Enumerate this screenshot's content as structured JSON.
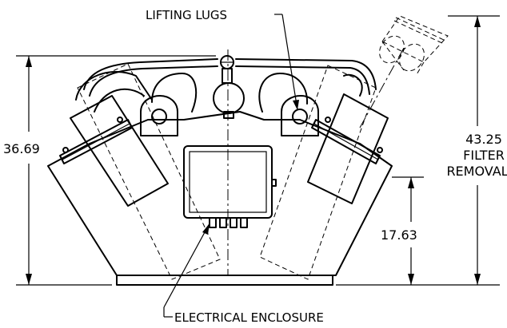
{
  "labels": {
    "lifting_lugs": "LIFTING LUGS",
    "electrical_enclosure": "ELECTRICAL ENCLOSURE"
  },
  "dimensions": {
    "overall_height": "36.69",
    "filter_removal_value": "43.25",
    "filter_removal_line1": "FILTER",
    "filter_removal_line2": "REMOVAL",
    "lower_height": "17.63"
  }
}
